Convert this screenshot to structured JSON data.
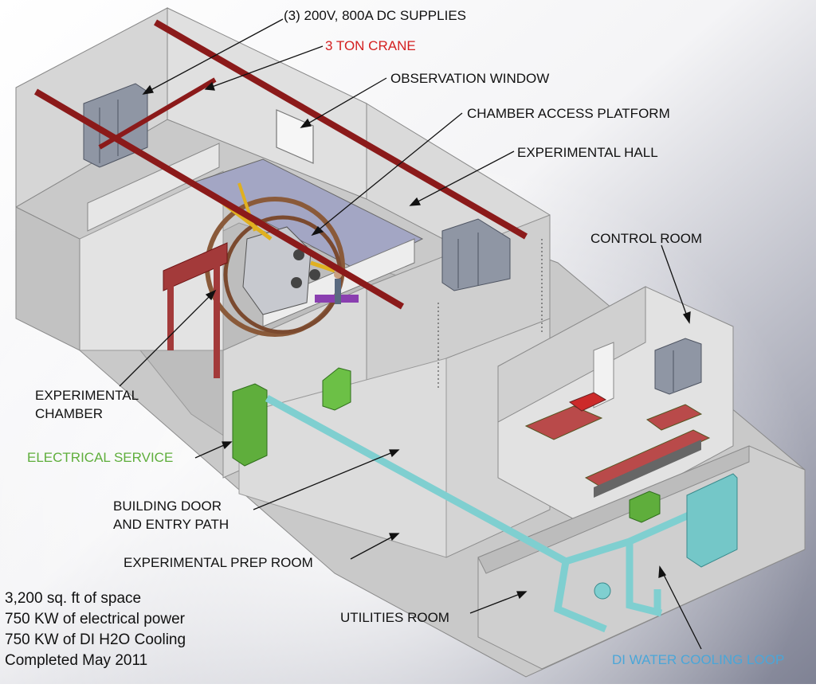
{
  "labels": {
    "dc_supplies": "(3) 200V, 800A DC SUPPLIES",
    "crane": "3 TON CRANE",
    "observation_window": "OBSERVATION WINDOW",
    "chamber_access_platform": "CHAMBER ACCESS PLATFORM",
    "experimental_hall": "EXPERIMENTAL HALL",
    "control_room": "CONTROL ROOM",
    "experimental_chamber_line1": "EXPERIMENTAL",
    "experimental_chamber_line2": "CHAMBER",
    "electrical_service": "ELECTRICAL SERVICE",
    "building_door_line1": "BUILDING DOOR",
    "building_door_line2": "AND ENTRY PATH",
    "experimental_prep_room": "EXPERIMENTAL PREP ROOM",
    "utilities_room": "UTILITIES ROOM",
    "di_water_cooling_loop": "DI WATER COOLING LOOP"
  },
  "facility_stats": [
    "3,200 sq. ft of space",
    "750 KW of electrical power",
    "750 KW of DI H2O Cooling",
    "Completed May 2011"
  ],
  "colors": {
    "crane": "#8b1a1a",
    "crane_label": "#d42020",
    "electrical_service": "#5fae3c",
    "di_water": "#7fcfd0",
    "di_water_label": "#4aa6d8",
    "wall": "#d3d3d3"
  }
}
